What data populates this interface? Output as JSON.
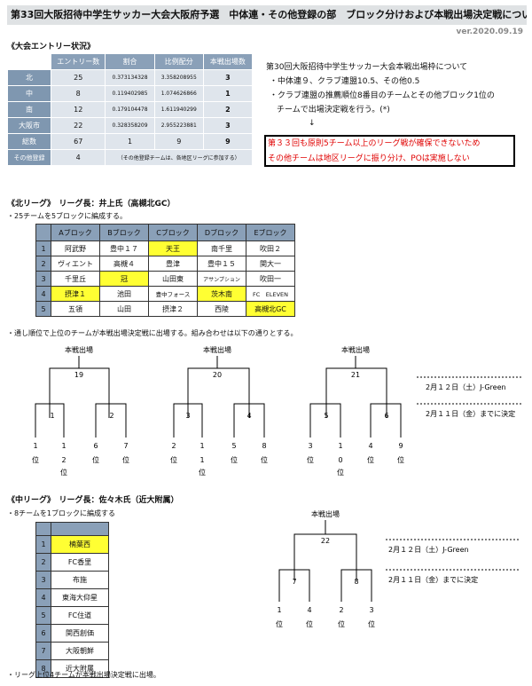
{
  "header": {
    "title": "第33回大阪招待中学生サッカー大会大阪府予選　中体連・その他登録の部　ブロック分けおよび本戦出場決定戦について",
    "version": "ver.2020.09.19"
  },
  "entry": {
    "heading": "《大会エントリー状況》",
    "columns": [
      "エントリー数",
      "割合",
      "比例配分",
      "本戦出場数"
    ],
    "rows": [
      {
        "label": "北",
        "count": "25",
        "ratio": "0.373134328",
        "prop": "3.358208955",
        "slots": "3"
      },
      {
        "label": "中",
        "count": "8",
        "ratio": "0.119402985",
        "prop": "1.074626866",
        "slots": "1"
      },
      {
        "label": "南",
        "count": "12",
        "ratio": "0.179104478",
        "prop": "1.611940299",
        "slots": "2"
      },
      {
        "label": "大阪市",
        "count": "22",
        "ratio": "0.328358209",
        "prop": "2.955223881",
        "slots": "3"
      },
      {
        "label": "総数",
        "count": "67",
        "ratio": "1",
        "prop": "9",
        "slots": "9"
      }
    ],
    "other": {
      "label": "その他登録",
      "count": "4",
      "note": "（その他登録チームは、各地区リーグに参加する）"
    }
  },
  "notes": {
    "line1": "第30回大阪招待中学生サッカー大会本戦出場枠について",
    "line2": "・中体連９、クラブ連盟10.5、その他0.5",
    "line3": "・クラブ連盟の推薦順位8番目のチームとその他ブロック1位の",
    "line4": "チームで出場決定戦を行う。(*)",
    "arrow": "↓",
    "red1": "第３３回も原則5チーム以上のリーグ戦が確保できないため",
    "red2": "その他チームは地区リーグに振り分け、POは実施しない"
  },
  "north": {
    "heading": "《北リーグ》　リーグ長：井上氏（高槻北GC）",
    "desc": "・25チームを5ブロックに編成する。",
    "blocks": [
      "Aブロック",
      "Bブロック",
      "Cブロック",
      "Dブロック",
      "Eブロック"
    ],
    "rows": [
      {
        "n": "1",
        "cells": [
          "阿武野",
          "豊中１７",
          "天王",
          "南千里",
          "吹田２"
        ],
        "hl": [
          false,
          false,
          true,
          false,
          false
        ]
      },
      {
        "n": "2",
        "cells": [
          "ヴィエント",
          "高槻４",
          "豊津",
          "豊中１５",
          "関大一"
        ],
        "hl": [
          false,
          false,
          false,
          false,
          false
        ]
      },
      {
        "n": "3",
        "cells": [
          "千里丘",
          "冠",
          "山田東",
          "アサンプション",
          "吹田一"
        ],
        "hl": [
          false,
          true,
          false,
          false,
          false
        ]
      },
      {
        "n": "4",
        "cells": [
          "摂津１",
          "池田",
          "豊中フォース",
          "茨木南",
          "FC　ELEVEN"
        ],
        "hl": [
          true,
          false,
          false,
          true,
          false
        ]
      },
      {
        "n": "5",
        "cells": [
          "五領",
          "山田",
          "摂津２",
          "西陵",
          "高槻北GC"
        ],
        "hl": [
          false,
          false,
          false,
          false,
          true
        ]
      }
    ],
    "desc2": "・通し順位で上位のチームが本戦出場決定戦に出場する。組み合わせは以下の通りとする。",
    "brackets": [
      {
        "top": "本戦出場",
        "final": "19",
        "semis": [
          "1",
          "2"
        ],
        "seeds": [
          [
            "1",
            "位"
          ],
          [
            "2",
            "位"
          ],
          [
            "6",
            "位"
          ],
          [
            "7",
            "位"
          ]
        ]
      },
      {
        "top": "本戦出場",
        "final": "20",
        "semis": [
          "3",
          "4"
        ],
        "seeds": [
          [
            "2",
            "位"
          ],
          [
            "1",
            "位"
          ],
          [
            "5",
            "位"
          ],
          [
            "8",
            "位"
          ]
        ]
      },
      {
        "top": "本戦出場",
        "final": "21",
        "semis": [
          "5",
          "6"
        ],
        "seeds": [
          [
            "3",
            "位"
          ],
          [
            "0",
            "位"
          ],
          [
            "4",
            "位"
          ],
          [
            "9",
            "位"
          ]
        ]
      }
    ],
    "seed_sub": [
      "1",
      "1",
      "1"
    ],
    "date1": "2月１２日（土）J-Green",
    "date2": "2月１１日（金）までに決定"
  },
  "middle": {
    "heading": "《中リーグ》　リーグ長：佐々木氏（近大附属）",
    "desc": "・8チームを1ブロックに編成する",
    "teams": [
      {
        "n": "1",
        "name": "楠葉西",
        "hl": true
      },
      {
        "n": "2",
        "name": "FC香里",
        "hl": false
      },
      {
        "n": "3",
        "name": "布施",
        "hl": false
      },
      {
        "n": "4",
        "name": "東海大仰星",
        "hl": false
      },
      {
        "n": "5",
        "name": "FC住道",
        "hl": false
      },
      {
        "n": "6",
        "name": "関西創価",
        "hl": false
      },
      {
        "n": "7",
        "name": "大阪朝鮮",
        "hl": false
      },
      {
        "n": "8",
        "name": "近大附属",
        "hl": false
      }
    ],
    "bracket": {
      "top": "本戦出場",
      "final": "22",
      "semis": [
        "7",
        "8"
      ],
      "seeds": [
        [
          "1",
          "位"
        ],
        [
          "4",
          "位"
        ],
        [
          "2",
          "位"
        ],
        [
          "3",
          "位"
        ]
      ]
    },
    "date1": "2月１２日（土）J-Green",
    "date2": "2月１１日（金）までに決定",
    "footer": "・リーグ上位4チームが本戦出場決定戦に出場。"
  },
  "colors": {
    "header": "#8aa0b8",
    "highlight": "#ffff33",
    "red": "#e00000"
  }
}
